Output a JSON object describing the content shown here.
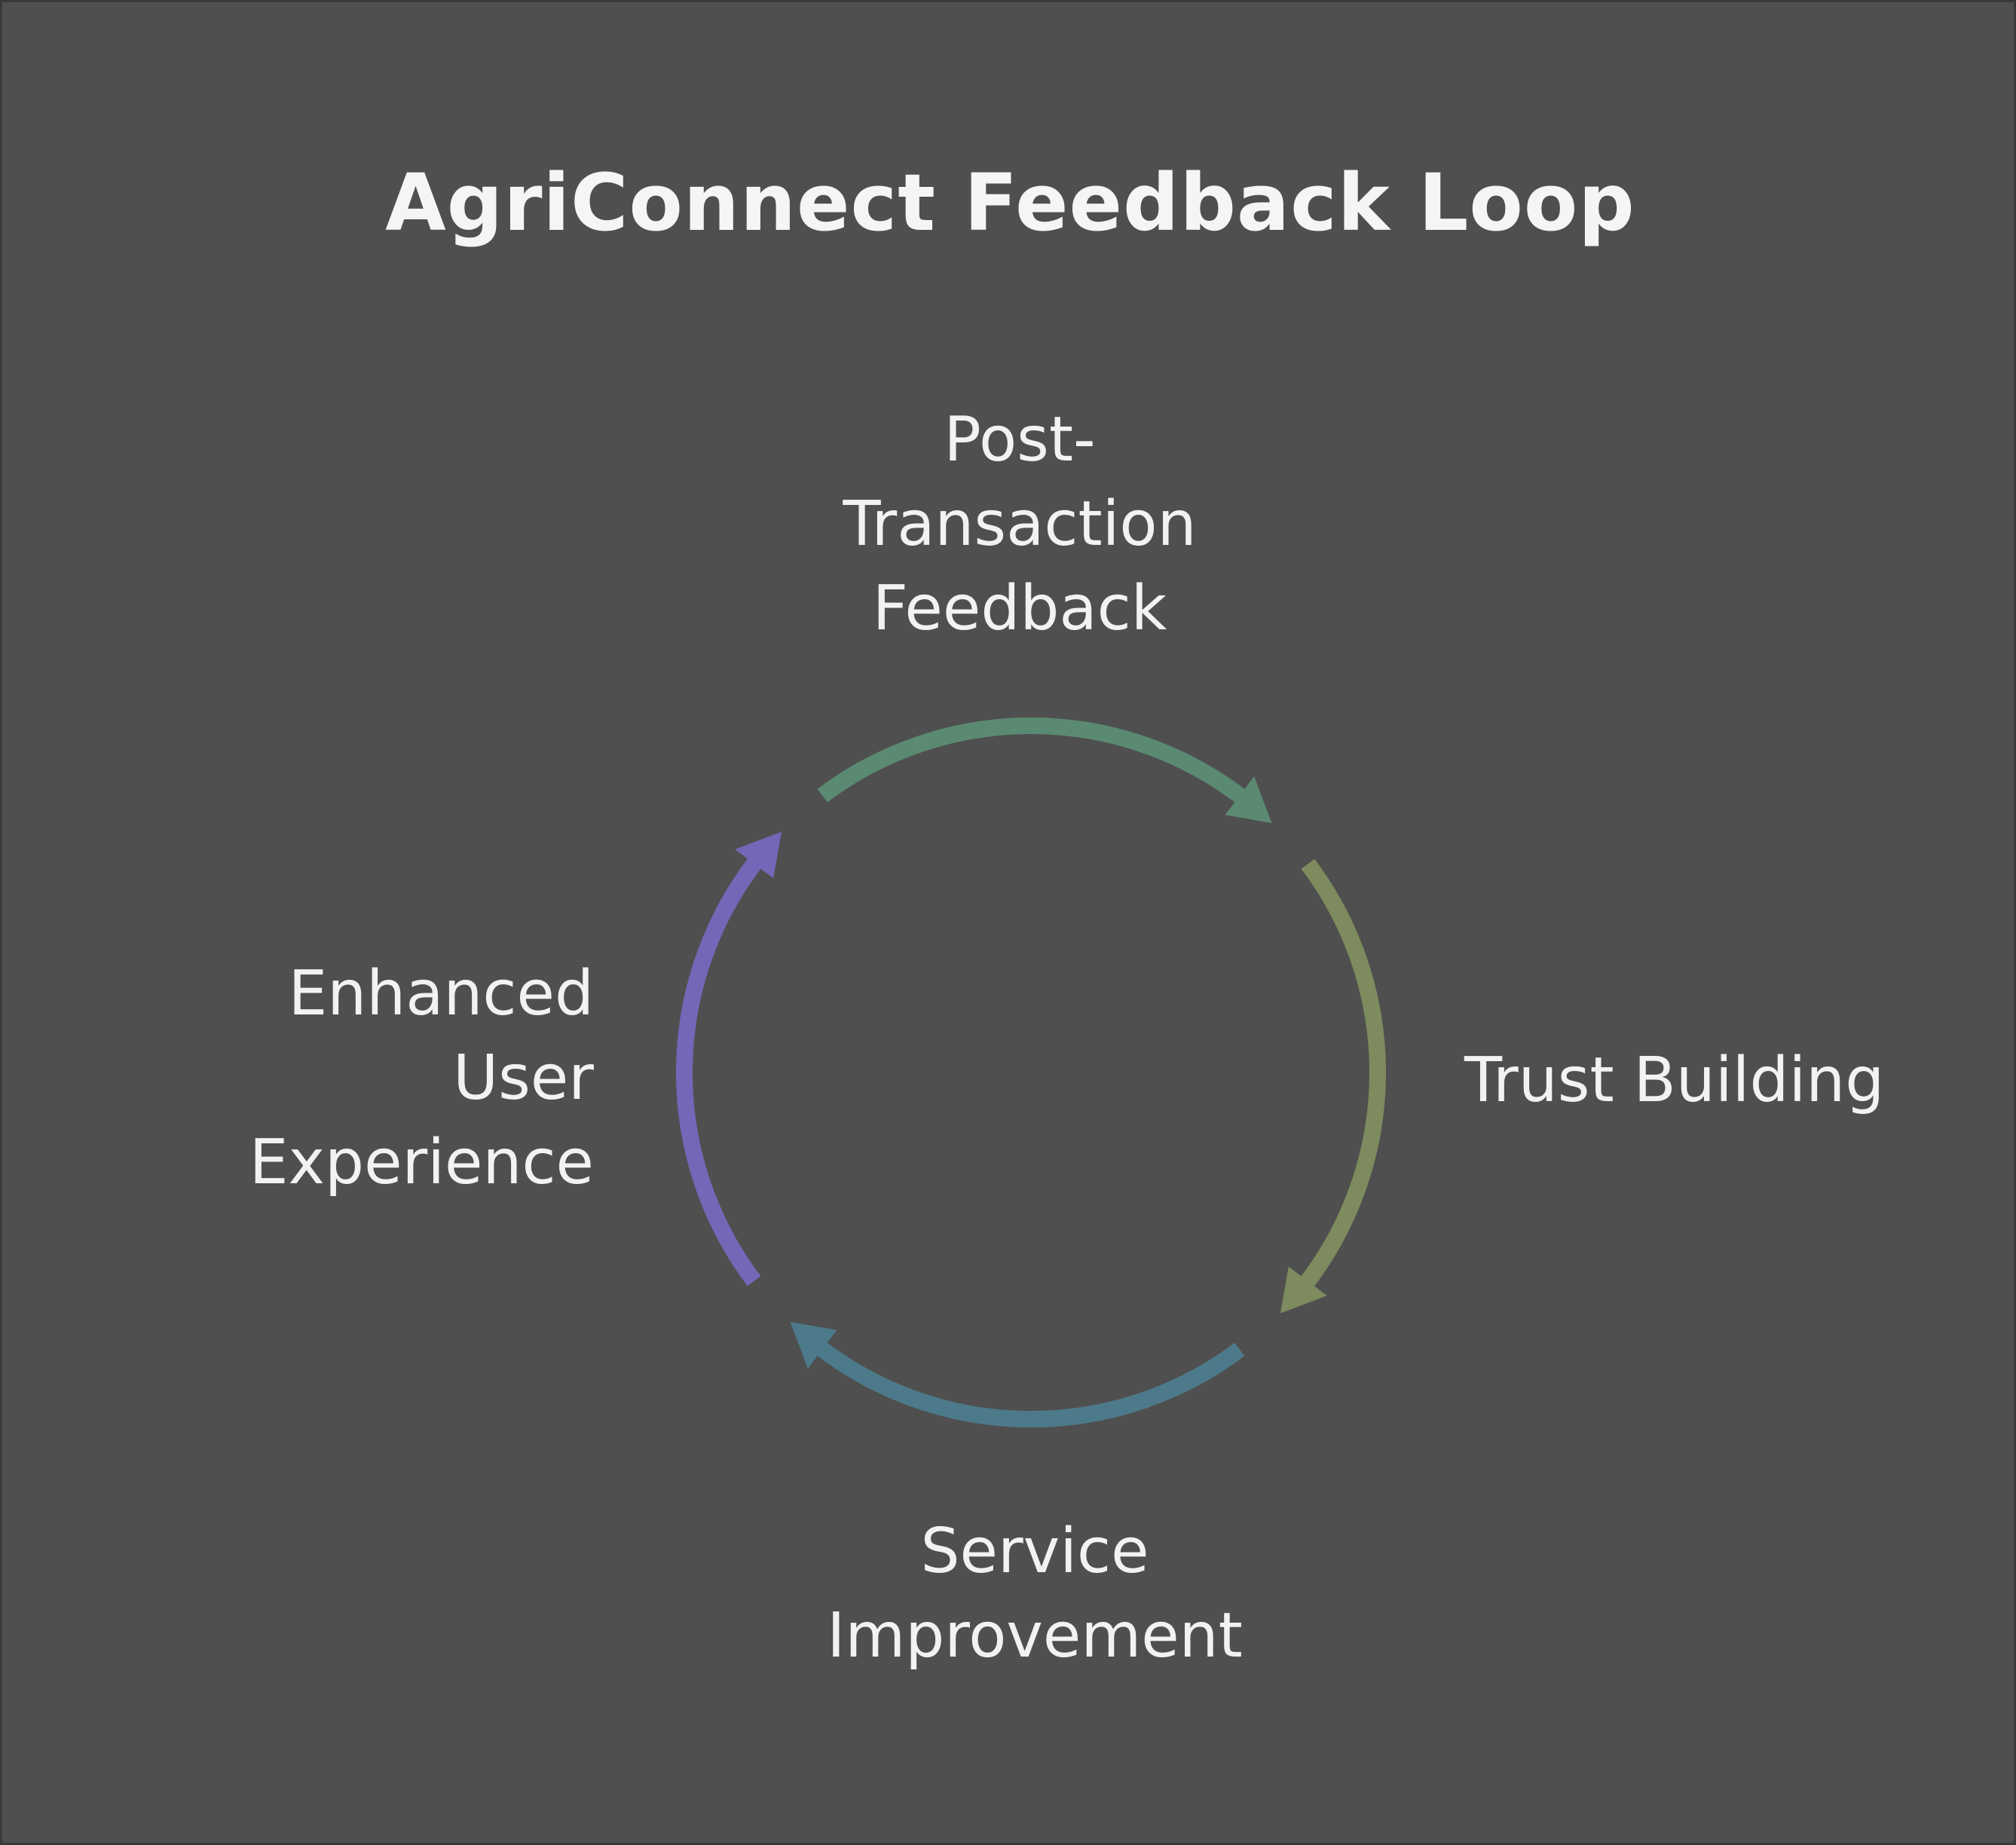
{
  "title": "AgriConnect Feedback Loop",
  "stages": [
    {
      "lines": [
        "Post-",
        "Transaction",
        "Feedback"
      ],
      "color": "#5b8a72"
    },
    {
      "lines": [
        "Trust Building"
      ],
      "color": "#7d8b5e"
    },
    {
      "lines": [
        "Service",
        "Improvement"
      ],
      "color": "#4d7a8a"
    },
    {
      "lines": [
        "Enhanced",
        "User",
        "Experience"
      ],
      "color": "#7566b8"
    }
  ]
}
